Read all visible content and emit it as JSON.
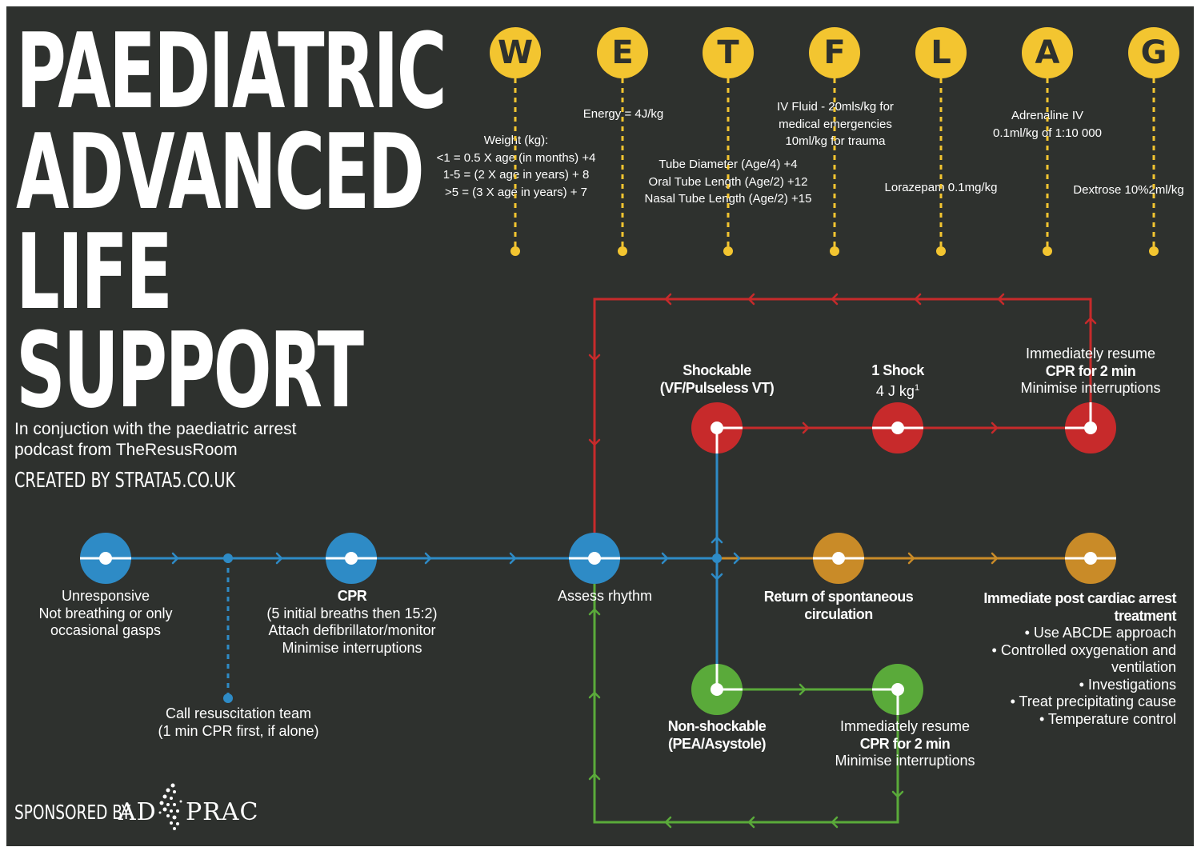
{
  "title": {
    "line1": "PAEDIATRIC",
    "line2": "ADVANCED",
    "line3": "LIFE",
    "line4": "SUPPORT"
  },
  "subtitle": {
    "line1": "In conjuction with the paediatric arrest",
    "line2": "podcast from TheResusRoom"
  },
  "credit": "CREATED BY STRATA5.CO.UK",
  "sponsor": {
    "label": "SPONSORED BY",
    "brand_left": "AD",
    "brand_right": "PRAC"
  },
  "wetflag": [
    {
      "letter": "W",
      "lines": [
        "Weight (kg):",
        "<1 = 0.5 X  age (in months) +4",
        "1-5 = (2 X age in years) + 8",
        ">5 = (3 X age in years) + 7"
      ]
    },
    {
      "letter": "E",
      "lines": [
        "Energy = 4J/kg"
      ]
    },
    {
      "letter": "T",
      "lines": [
        "Tube Diameter (Age/4) +4",
        "Oral Tube Length (Age/2) +12",
        "Nasal Tube Length (Age/2) +15"
      ]
    },
    {
      "letter": "F",
      "lines": [
        "IV Fluid - 20mls/kg for",
        "medical emergencies",
        "10ml/kg for trauma"
      ]
    },
    {
      "letter": "L",
      "lines": [
        "Lorazepam 0.1mg/kg"
      ]
    },
    {
      "letter": "A",
      "lines": [
        "Adrenaline IV",
        "0.1ml/kg of 1:10 000"
      ]
    },
    {
      "letter": "G",
      "lines": [
        "Dextrose 10%2ml/kg"
      ]
    }
  ],
  "flow": {
    "unresponsive": {
      "l1": "Unresponsive",
      "l2": "Not breathing or only",
      "l3": "occasional gasps"
    },
    "call_team": {
      "l1": "Call resuscitation team",
      "l2": "(1 min CPR first, if alone)"
    },
    "cpr": {
      "l1": "CPR",
      "l2": "(5 initial breaths then 15:2)",
      "l3": "Attach defibrillator/monitor",
      "l4": "Minimise interruptions"
    },
    "assess": "Assess rhythm",
    "shockable": {
      "l1": "Shockable",
      "l2": "(VF/Pulseless VT)"
    },
    "one_shock": {
      "l1": "1 Shock",
      "l2": "4 J kg",
      "sup": "1"
    },
    "resume_red": {
      "l1": "Immediately resume",
      "l2": "CPR for 2 min",
      "l3": "Minimise interruptions"
    },
    "rosc": {
      "l1": "Return of spontaneous",
      "l2": "circulation"
    },
    "post": {
      "l1": "Immediate post cardiac arrest",
      "l2": "treatment",
      "bullets": [
        "• Use ABCDE approach",
        "• Controlled oxygenation and",
        "ventilation",
        "• Investigations",
        "• Treat precipitating cause",
        "• Temperature control"
      ]
    },
    "nonshock": {
      "l1": "Non-shockable",
      "l2": "(PEA/Asystole)"
    },
    "resume_green": {
      "l1": "Immediately resume",
      "l2": "CPR for 2 min",
      "l3": "Minimise interruptions"
    }
  },
  "colors": {
    "background": "#2e312e",
    "yellow": "#f3c530",
    "blue": "#2e8bc6",
    "red": "#c72a2b",
    "orange": "#c98b28",
    "green": "#5aaa3a"
  }
}
